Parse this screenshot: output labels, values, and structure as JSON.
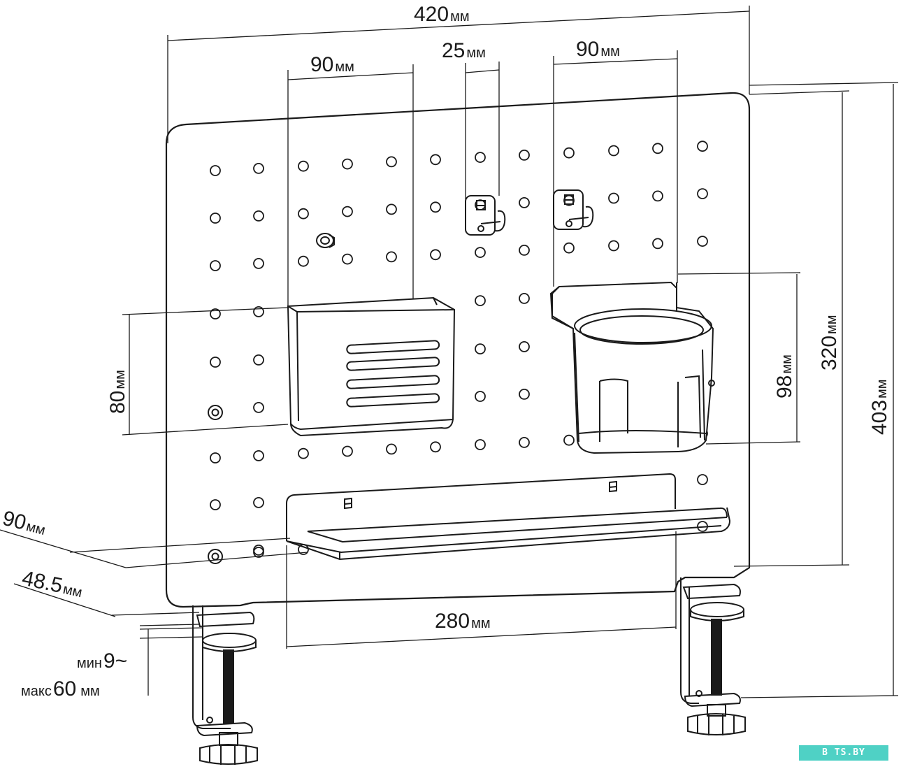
{
  "dimensions": {
    "total_width": {
      "value": "420",
      "unit": "мм"
    },
    "basket_width": {
      "value": "90",
      "unit": "мм"
    },
    "hook_width": {
      "value": "25",
      "unit": "мм"
    },
    "cup_holder_width": {
      "value": "90",
      "unit": "мм"
    },
    "basket_height": {
      "value": "80",
      "unit": "мм"
    },
    "cup_holder_height": {
      "value": "98",
      "unit": "мм"
    },
    "board_height": {
      "value": "320",
      "unit": "мм"
    },
    "total_height": {
      "value": "403",
      "unit": "мм"
    },
    "shelf_depth": {
      "value": "90",
      "unit": "мм"
    },
    "clamp_depth": {
      "value": "48.5",
      "unit": "мм"
    },
    "shelf_width": {
      "value": "280",
      "unit": "мм"
    },
    "clamp_range_min_label": "мин",
    "clamp_range_min_value": "9~",
    "clamp_range_max_label": "макс",
    "clamp_range_max_value": "60",
    "clamp_range_max_unit": "мм"
  },
  "watermark": "B TS.BY",
  "colors": {
    "line": "#1a1a1a",
    "background": "#ffffff",
    "watermark_bg": "#4fd1c5"
  }
}
